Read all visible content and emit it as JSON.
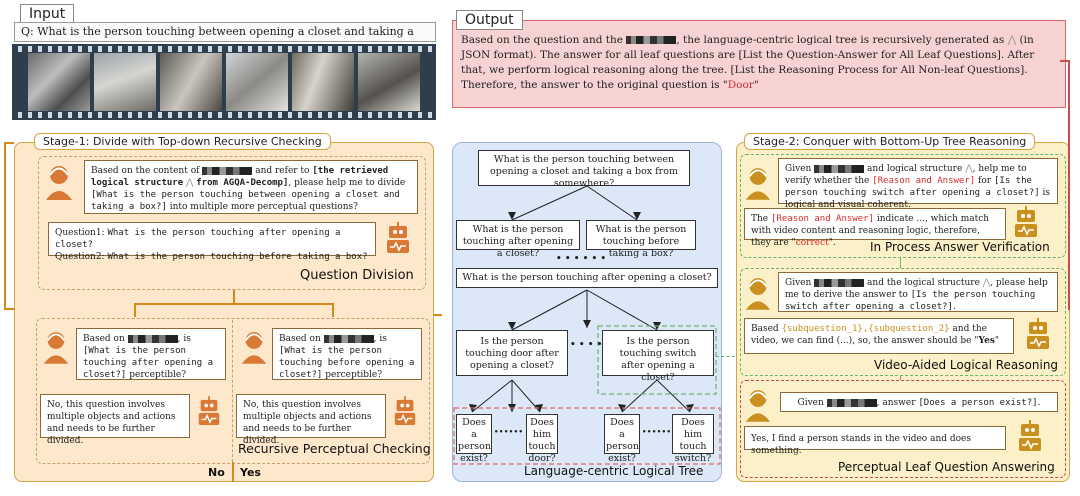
{
  "input": {
    "tag": "Input",
    "question": "Q: What is the person touching between opening a closet and taking a box?"
  },
  "output": {
    "tag": "Output",
    "text_a": "Based on the question and the",
    "text_b": ", the language-centric logical tree is recursively generated as",
    "text_c": "(in JSON format). The answer for all leaf questions are [List the Question-Answer for All Leaf Questions]. After that, we perform logical reasoning along the tree. [List the Reasoning Process for All Non-leaf Questions]. Therefore, the answer to the original question is \"",
    "answer": "Door",
    "text_d": "\""
  },
  "stage1": {
    "title": "Stage-1: Divide with Top-down Recursive Checking",
    "prompt_a": "Based on the content of",
    "prompt_b": "and refer to",
    "prompt_ref": "[the retrieved logical structure",
    "prompt_ref2": "from AGQA-Decomp]",
    "prompt_c": ", please help me to divide",
    "prompt_q": "[What is the person touching between opening a closet and taking a box?]",
    "prompt_d": "into multiple more perceptual questions?",
    "q1_label": "Question1:",
    "q1": "What is the person touching after opening a closet?",
    "q2_label": "Question2:",
    "q2": "What is the person touching before taking a box?",
    "division_label": "Question Division",
    "left_a": "Based on",
    "left_b": ", is",
    "left_q": "[What is the person touching after opening a closet?]",
    "left_c": "perceptible?",
    "right_q": "[What is the person touching before opening a closet?]",
    "answer_text": "No, this question involves multiple objects and actions and needs to be further divided.",
    "recursive_label": "Recursive Perceptual Checking",
    "no": "No",
    "yes": "Yes"
  },
  "tree": {
    "root": "What is the person touching between opening a closet and taking a box from somewhere?",
    "l1_left": "What is the person touching after opening a closet?",
    "l1_right": "What is the person touching before taking a box?",
    "ellipsis": "• • • • • •",
    "mid": "What is the person touching after opening a closet?",
    "l2_left": "Is the person touching door after opening a closet?",
    "l2_right": "Is the person touching switch after opening a closet?",
    "leaf1": "Does a person exist?",
    "leaf2": "Does him touch door?",
    "leaf3": "Does a person exist?",
    "leaf4": "Does him touch switch?",
    "dots": "• • • • • •",
    "label": "Language-centric Logical Tree"
  },
  "stage2": {
    "title": "Stage-2: Conquer with Bottom-Up Tree Reasoning",
    "v1_a": "Given",
    "v1_b": "and logical structure",
    "v1_c": ", help me to verify whether the",
    "v1_red": "[Reason and Answer]",
    "v1_d": "for",
    "v1_q": "[Is the person touching switch after opening a closet?]",
    "v1_e": "is logical and visual coherent.",
    "v1_ans_a": "The",
    "v1_ans_red": "[Reason and Answer]",
    "v1_ans_b": "indicate ..., which match with video content and reasoning logic, therefore, they are \"",
    "v1_ans_correct": "correct",
    "v1_ans_c": "\".",
    "verify_label": "In Process Answer Verification",
    "v2_a": "Given",
    "v2_b": "and the logical structure",
    "v2_c": ", please help me to derive the answer to",
    "v2_q": "[Is the person touching switch after opening a closet?]",
    "v2_d": ".",
    "v2_ans_a": "Based",
    "v2_ans_m": "{subquestion_1},{subquestion_2}",
    "v2_ans_b": "and the video, we can find (...), so, the answer should be \"",
    "v2_ans_yes": "Yes",
    "v2_ans_c": "\"",
    "reasoning_label": "Video-Aided Logical Reasoning",
    "v3_a": "Given",
    "v3_b": ", answer",
    "v3_q": "[Does a person exist?]",
    "v3_c": ".",
    "v3_ans": "Yes, I find a person stands in the video and does something.",
    "leaf_label": "Perceptual Leaf Question Answering"
  },
  "colors": {
    "stage1_bg": "#fde8cc",
    "stage1_border": "#d9a441",
    "tree_bg": "#dce7f7",
    "stage2_bg": "#fbf0c7",
    "output_bg": "#f6d2d2",
    "output_border": "#d66",
    "accent_orange": "#d38a1a",
    "accent_red": "#d62d2d",
    "accent_green": "#69b569"
  }
}
